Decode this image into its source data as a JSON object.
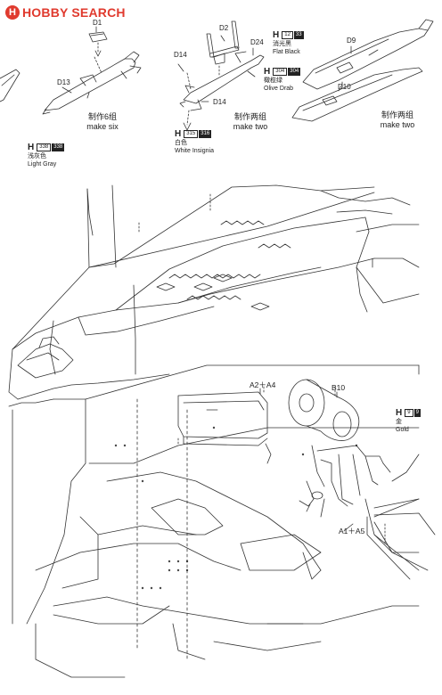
{
  "logo": {
    "badge": "H",
    "text": "HOBBY SEARCH"
  },
  "parts": {
    "d1": "D1",
    "d2": "D2",
    "d24": "D24",
    "d9": "D9",
    "d13": "D13",
    "d14_top": "D14",
    "d14_bottom": "D14",
    "d10": "D10",
    "b10": "B10",
    "a2a4": "A2＋A4",
    "a1a5": "A1＋A5"
  },
  "quantities": {
    "six_cn": "制作6组",
    "six_en": "make six",
    "two_a_cn": "制作两组",
    "two_a_en": "make two",
    "two_b_cn": "制作两组",
    "two_b_en": "make two"
  },
  "colors": [
    {
      "id": "light-gray",
      "h": "H",
      "codes": [
        "338",
        "338"
      ],
      "cn": "浅灰色",
      "en": "Light Gray"
    },
    {
      "id": "white-insignia",
      "h": "H",
      "codes": [
        "315",
        "316"
      ],
      "cn": "白色",
      "en": "White Insignia"
    },
    {
      "id": "flat-black",
      "h": "H",
      "codes": [
        "12",
        "33"
      ],
      "cn": "消光黑",
      "en": "Flat Black"
    },
    {
      "id": "olive-drab",
      "h": "H",
      "codes": [
        "304",
        "304"
      ],
      "cn": "橄榄绿",
      "en": "Olive Drab"
    },
    {
      "id": "gold",
      "h": "H",
      "codes": [
        "9",
        "9"
      ],
      "cn": "金",
      "en": "Gold"
    }
  ],
  "theme": {
    "accent": "#e03a2e",
    "line": "#333333"
  }
}
